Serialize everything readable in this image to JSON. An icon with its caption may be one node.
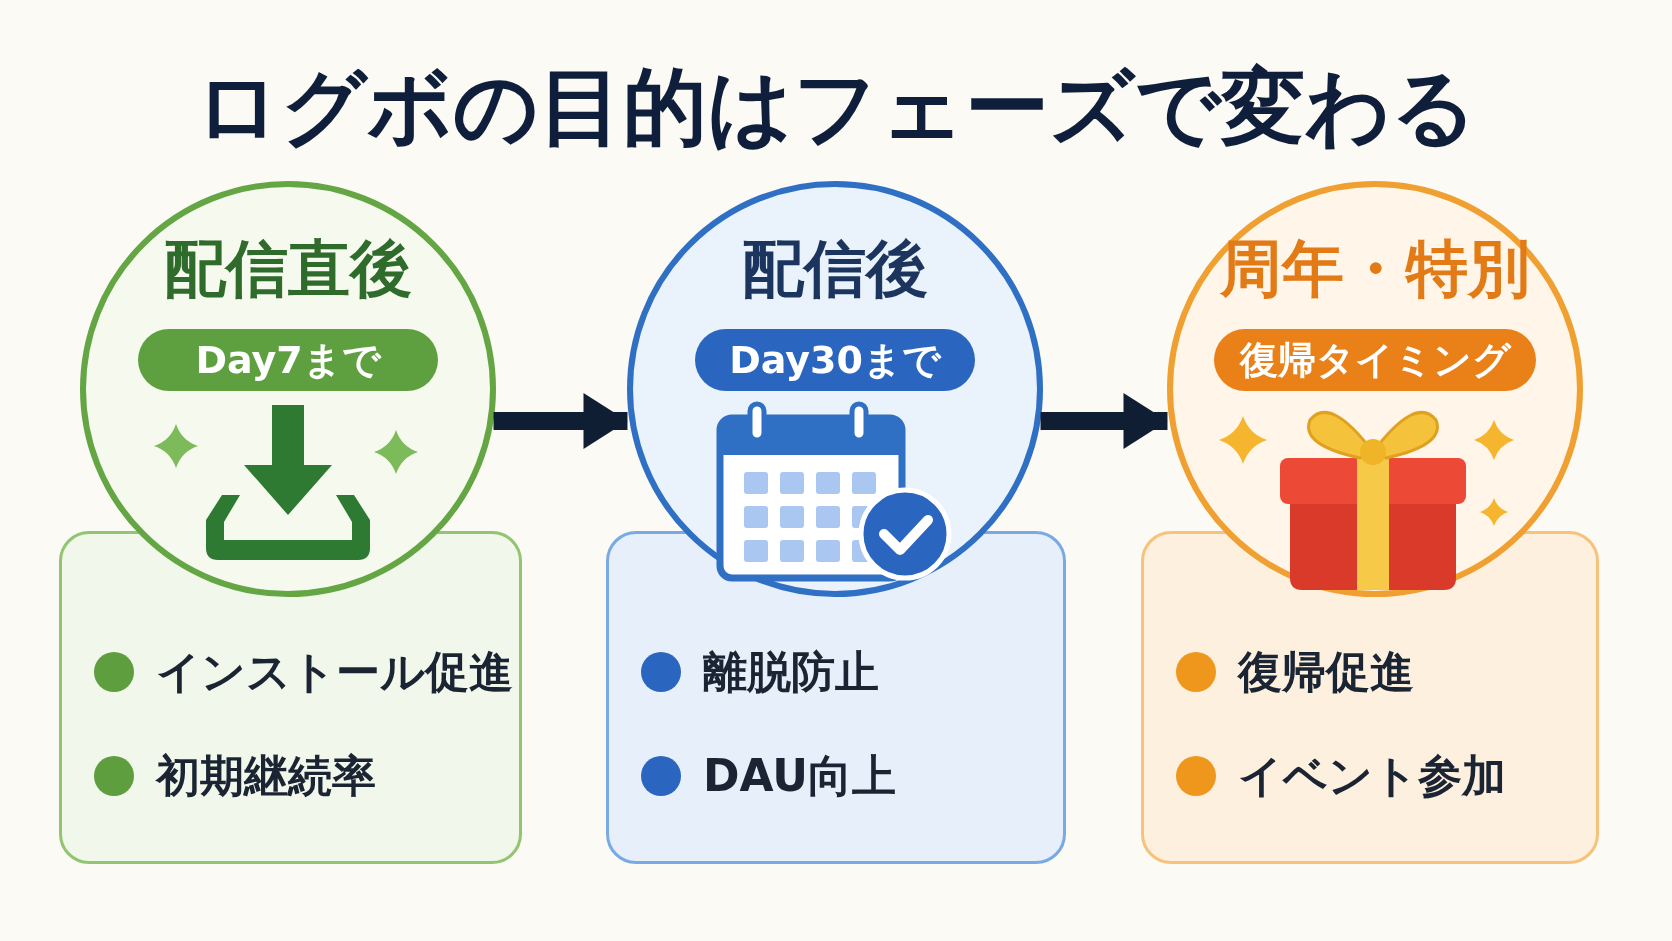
{
  "diagram": {
    "title": "ログボの目的はフェーズで変わる",
    "nodes": [
      {
        "text": [
          "配信直後"
        ]
      },
      {
        "text": [
          "Day7まで"
        ],
        "in": 0
      },
      {
        "text": [
          "インストール促進",
          "初期継続率"
        ]
      },
      {
        "text": [
          "配信後"
        ]
      },
      {
        "text": [
          "Day30まで"
        ],
        "in": 3
      },
      {
        "text": [
          "離脱防止",
          "DAU向上"
        ]
      },
      {
        "text": [
          "周年・特別"
        ]
      },
      {
        "text": [
          "復帰タイミング"
        ],
        "in": 6
      },
      {
        "text": [
          "復帰促進",
          "イベント参加"
        ]
      }
    ],
    "edges": [
      {
        "from": 0,
        "to": 3,
        "arrow": "to"
      },
      {
        "from": 3,
        "to": 6,
        "arrow": "to"
      }
    ]
  }
}
